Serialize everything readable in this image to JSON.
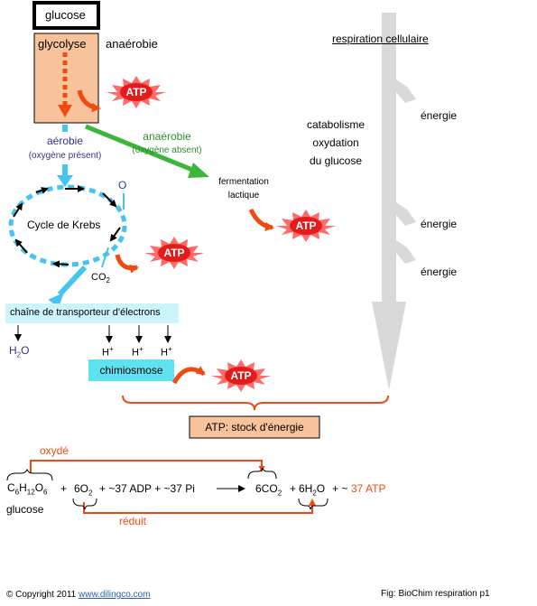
{
  "colors": {
    "glycolyse_box": "#f8c29a",
    "atp_red": "#e31b1b",
    "atp_outline": "#ff3b30",
    "arrow_orange": "#f04a12",
    "arrow_blue": "#45c4f0",
    "arrow_green": "#3bb63b",
    "purple_text": "#3f2e8a",
    "cyan_box": "#cdf4fb",
    "chimio_box": "#5ee2f0",
    "grey_arrow": "#d9d9d9",
    "brace_orange": "#f04a12",
    "stock_box": "#f8c29a"
  },
  "labels": {
    "glucose_top": "glucose",
    "glycolyse": "glycolyse",
    "anaerobie_top": "anaérobie",
    "atp": "ATP",
    "aerobie": "aérobie",
    "oxygene_present": "(oxygène présent)",
    "anaerobie_green": "anaérobie",
    "oxygene_absent": "(oxygène absent)",
    "fermentation": "fermentation",
    "lactique": "lactique",
    "cycle_krebs": "Cycle de Krebs",
    "o_label": "O",
    "co2_main": "CO",
    "co2_sub": "2",
    "chaine": "chaîne de transporteur d'électrons",
    "h2o_main": "H",
    "h2o_sub": "2",
    "h2o_end": "O",
    "hplus": "H",
    "hplus_sup": "+",
    "chimiosmose": "chimiosmose",
    "respiration_cellulaire": "respiration cellulaire",
    "catabolisme": "catabolisme",
    "oxydation": "oxydation",
    "du_glucose": "du glucose",
    "energie": "énergie",
    "stock": "ATP: stock d'énergie"
  },
  "equation": {
    "oxyde": "oxydé",
    "reduit": "réduit",
    "c6": "C",
    "c6_sub": "6",
    "h12": "H",
    "h12_sub": "12",
    "o6": "O",
    "o6_sub": "6",
    "plus1": "+",
    "six_o2": "6O",
    "two_sub": "2",
    "adp_part": "+ ~37 ADP + ~37 Pi",
    "six_co2": "6CO",
    "plus_mid": "+",
    "six_h2o": "6H",
    "h2o_o": "O",
    "plus_end": "+ ~",
    "atp37": "37 ATP",
    "glucose": "glucose"
  },
  "footer": {
    "copyright": "© Copyright 2011",
    "link": "www.dilingco.com",
    "fig": "Fig: BioChim respiration p1"
  }
}
